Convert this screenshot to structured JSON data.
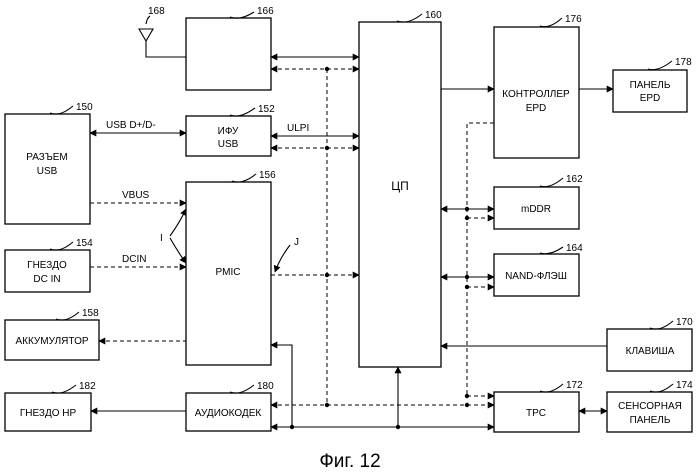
{
  "caption": "Фиг. 12",
  "blocks": {
    "rf": {
      "ref": "166"
    },
    "antenna": {
      "ref": "168"
    },
    "cpu": {
      "ref": "160",
      "label": "ЦП"
    },
    "epd_controller": {
      "ref": "176",
      "label_line1": "КОНТРОЛЛЕР",
      "label_line2": "EPD"
    },
    "epd_panel": {
      "ref": "178",
      "label_line1": "ПАНЕЛЬ",
      "label_line2": "EPD"
    },
    "usb_connector": {
      "ref": "150",
      "label_line1": "РАЗЪЕМ",
      "label_line2": "USB"
    },
    "usb_ifu": {
      "ref": "152",
      "label_line1": "ИФУ",
      "label_line2": "USB"
    },
    "pmic": {
      "ref": "156",
      "label": "PMIC"
    },
    "mddr": {
      "ref": "162",
      "label": "mDDR"
    },
    "dc_jack": {
      "ref": "154",
      "label_line1": "ГНЕЗДО",
      "label_line2": "DC IN"
    },
    "nand": {
      "ref": "164",
      "label": "NAND-ФЛЭШ"
    },
    "battery": {
      "ref": "158",
      "label": "АККУМУЛЯТОР"
    },
    "key": {
      "ref": "170",
      "label": "КЛАВИША"
    },
    "hp_jack": {
      "ref": "182",
      "label": "ГНЕЗДО  HP"
    },
    "audio_codec": {
      "ref": "180",
      "label": "АУДИОКОДЕК"
    },
    "tpc": {
      "ref": "172",
      "label": "TPC"
    },
    "touch_panel": {
      "ref": "174",
      "label_line1": "СЕНСОРНАЯ",
      "label_line2": "ПАНЕЛЬ"
    }
  },
  "signals": {
    "usb_data": "USB D+/D-",
    "ulpi": "ULPI",
    "vbus": "VBUS",
    "dcin": "DCIN",
    "marker_i": "I",
    "marker_j": "J"
  }
}
